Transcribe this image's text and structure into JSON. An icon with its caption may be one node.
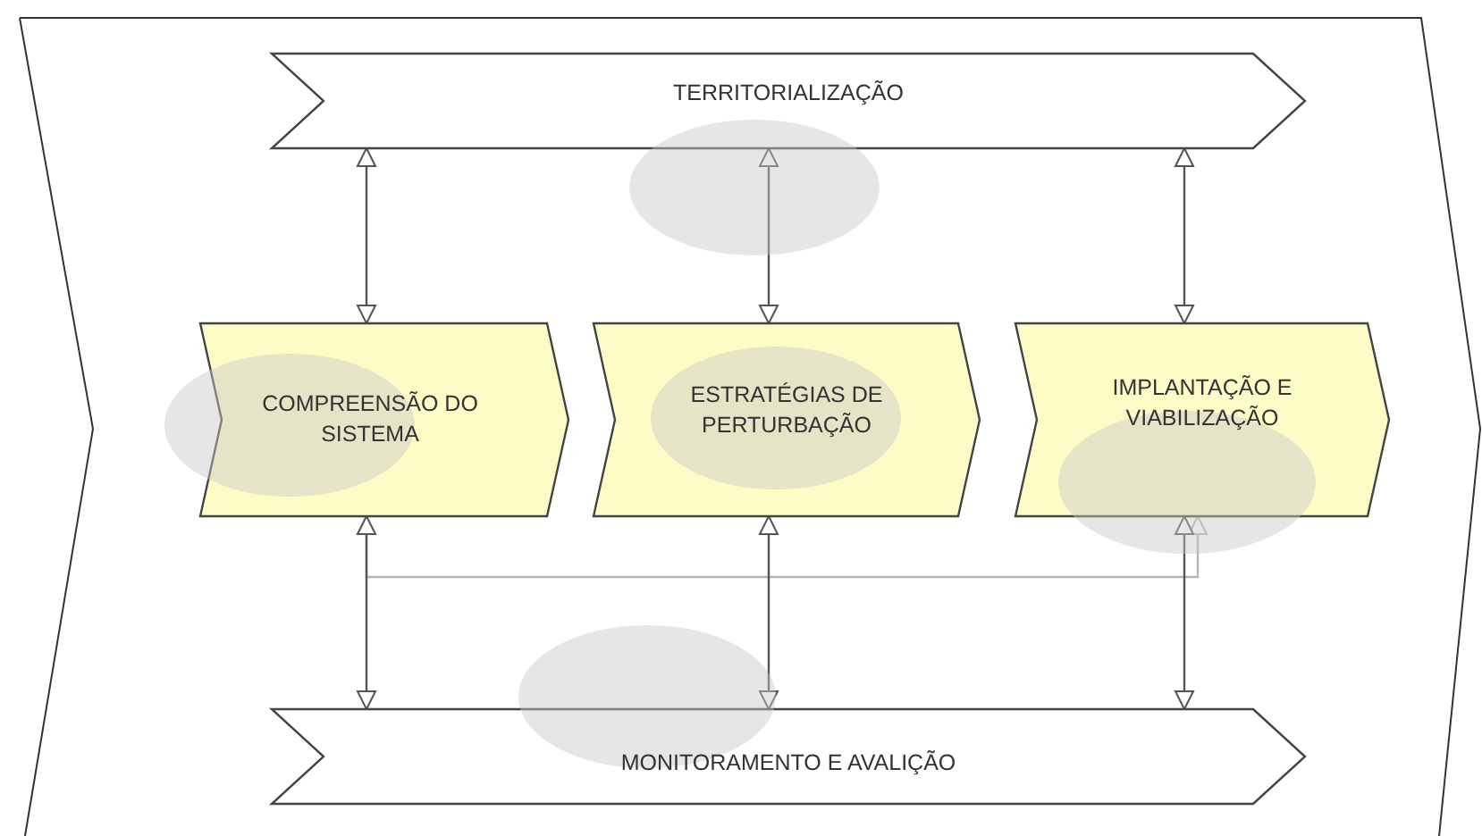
{
  "diagram": {
    "nodes": [
      {
        "text": [
          "TERRITORIALIZAÇÃO"
        ]
      },
      {
        "text": [
          "COMPREENSÃO DO SISTEMA"
        ]
      },
      {
        "text": [
          "ESTRATÉGIAS DE PERTURBAÇÃO"
        ]
      },
      {
        "text": [
          "IMPLANTAÇÃO E VIABILIZAÇÃO"
        ]
      },
      {
        "text": [
          "MONITORAMENTO E AVALIÇÃO"
        ]
      }
    ],
    "edges": [
      {
        "from": 0,
        "to": 1,
        "arrow": "both"
      },
      {
        "from": 0,
        "to": 2,
        "arrow": "both"
      },
      {
        "from": 0,
        "to": 3,
        "arrow": "both"
      },
      {
        "from": 1,
        "to": 3,
        "arrow": "both",
        "color": "#b5b5b5"
      },
      {
        "from": 1,
        "to": 4,
        "arrow": "both"
      },
      {
        "from": 2,
        "to": 4,
        "arrow": "both"
      },
      {
        "from": 3,
        "to": 4,
        "arrow": "both"
      }
    ]
  }
}
